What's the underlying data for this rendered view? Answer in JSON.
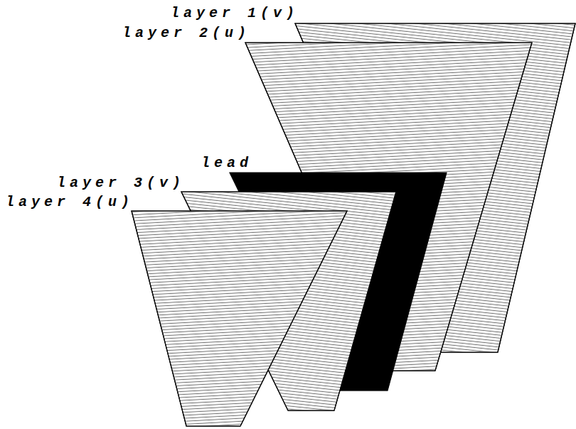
{
  "diagram": {
    "labels": [
      "layer 1(v)",
      "layer 2(u)",
      "lead",
      "layer 3(v)",
      "layer 4(u)"
    ]
  }
}
